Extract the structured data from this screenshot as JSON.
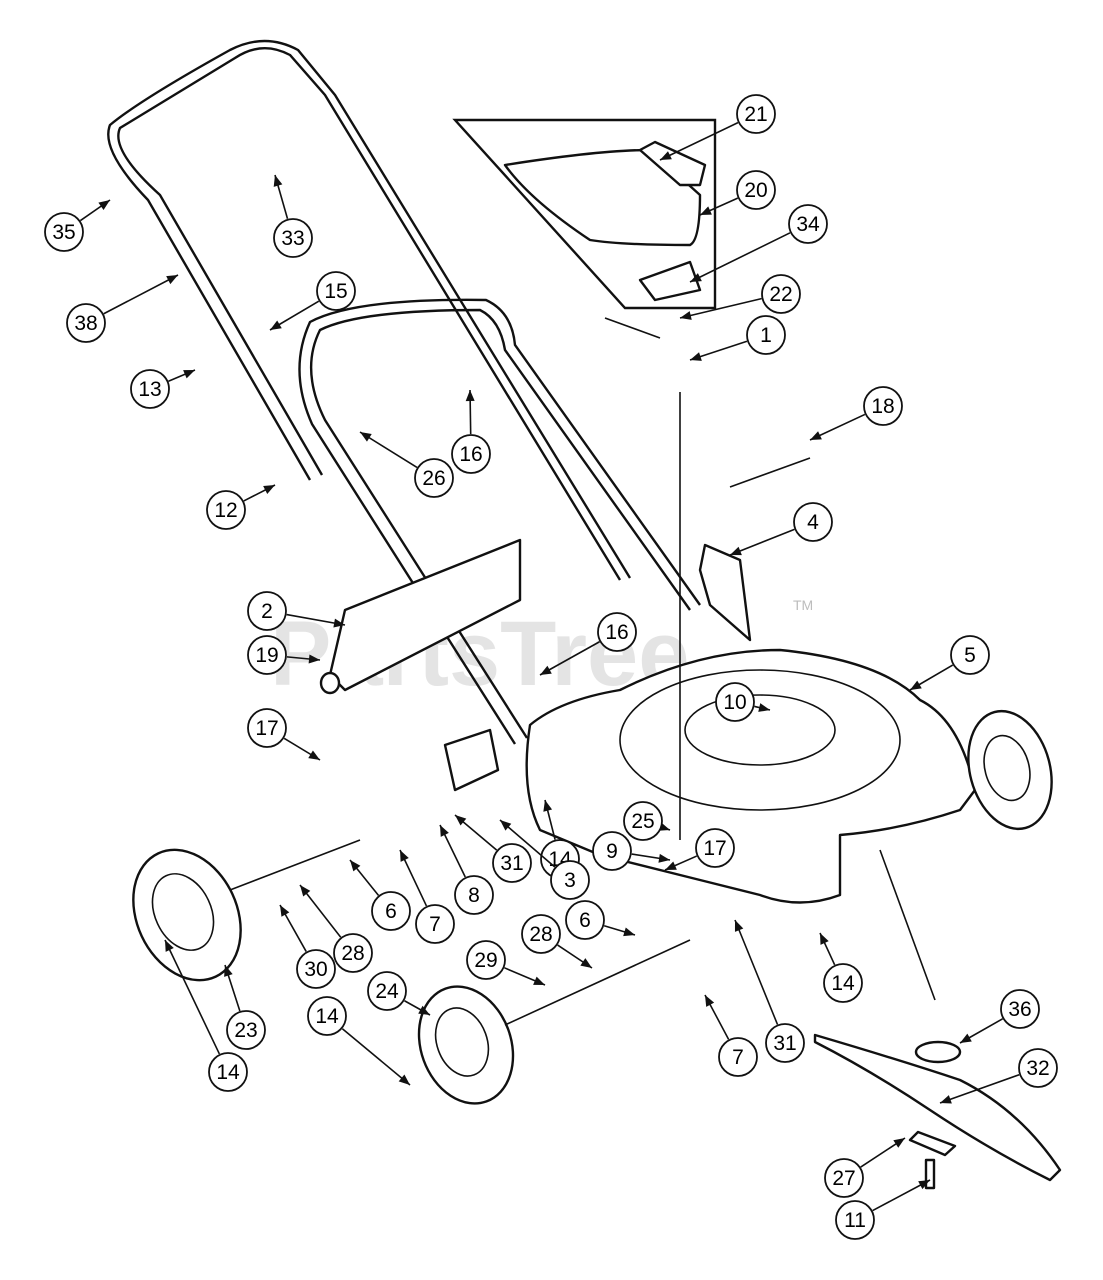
{
  "watermark": "PartsTree",
  "trademark": "TM",
  "callouts": [
    {
      "label": "21"
    },
    {
      "label": "20"
    },
    {
      "label": "34"
    },
    {
      "label": "22"
    },
    {
      "label": "1"
    },
    {
      "label": "35"
    },
    {
      "label": "33"
    },
    {
      "label": "15"
    },
    {
      "label": "38"
    },
    {
      "label": "13"
    },
    {
      "label": "16"
    },
    {
      "label": "26"
    },
    {
      "label": "18"
    },
    {
      "label": "12"
    },
    {
      "label": "4"
    },
    {
      "label": "2"
    },
    {
      "label": "16"
    },
    {
      "label": "19"
    },
    {
      "label": "5"
    },
    {
      "label": "17"
    },
    {
      "label": "10"
    },
    {
      "label": "25"
    },
    {
      "label": "9"
    },
    {
      "label": "17"
    },
    {
      "label": "14"
    },
    {
      "label": "31"
    },
    {
      "label": "3"
    },
    {
      "label": "8"
    },
    {
      "label": "7"
    },
    {
      "label": "6"
    },
    {
      "label": "28"
    },
    {
      "label": "30"
    },
    {
      "label": "23"
    },
    {
      "label": "14"
    },
    {
      "label": "24"
    },
    {
      "label": "14"
    },
    {
      "label": "28"
    },
    {
      "label": "29"
    },
    {
      "label": "6"
    },
    {
      "label": "7"
    },
    {
      "label": "31"
    },
    {
      "label": "14"
    },
    {
      "label": "36"
    },
    {
      "label": "32"
    },
    {
      "label": "27"
    },
    {
      "label": "11"
    }
  ]
}
